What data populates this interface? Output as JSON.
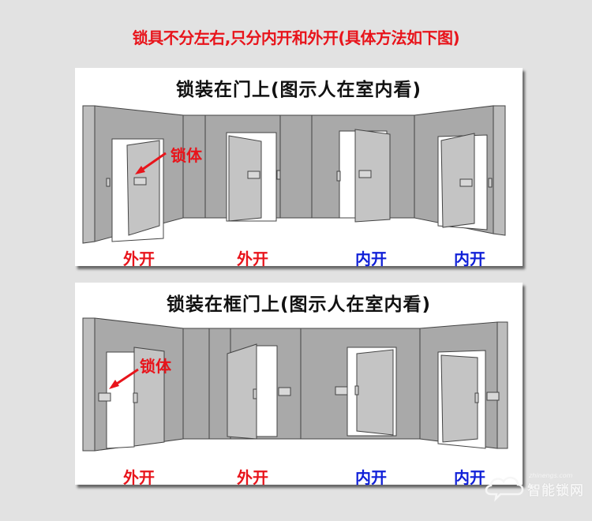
{
  "headline": "锁具不分左右,只分内开和外开(具体方法如下图)",
  "panels": [
    {
      "title": "锁装在门上(图示人在室内看)",
      "callout": "锁体",
      "labels": [
        {
          "text": "外开",
          "type": "outward"
        },
        {
          "text": "外开",
          "type": "outward"
        },
        {
          "text": "内开",
          "type": "inward"
        },
        {
          "text": "内开",
          "type": "inward"
        }
      ]
    },
    {
      "title": "锁装在框门上(图示人在室内看)",
      "callout": "锁体",
      "labels": [
        {
          "text": "外开",
          "type": "outward"
        },
        {
          "text": "外开",
          "type": "outward"
        },
        {
          "text": "内开",
          "type": "inward"
        },
        {
          "text": "内开",
          "type": "inward"
        }
      ]
    }
  ],
  "watermark": {
    "url": "zhinengs.com",
    "name": "智能锁网",
    "icon": "cloud-icon"
  },
  "colors": {
    "outward": "#e8141b",
    "inward": "#1020d8",
    "headline": "#e8141b",
    "wall": "#a8a8a8",
    "door": "#c4c4c4"
  }
}
